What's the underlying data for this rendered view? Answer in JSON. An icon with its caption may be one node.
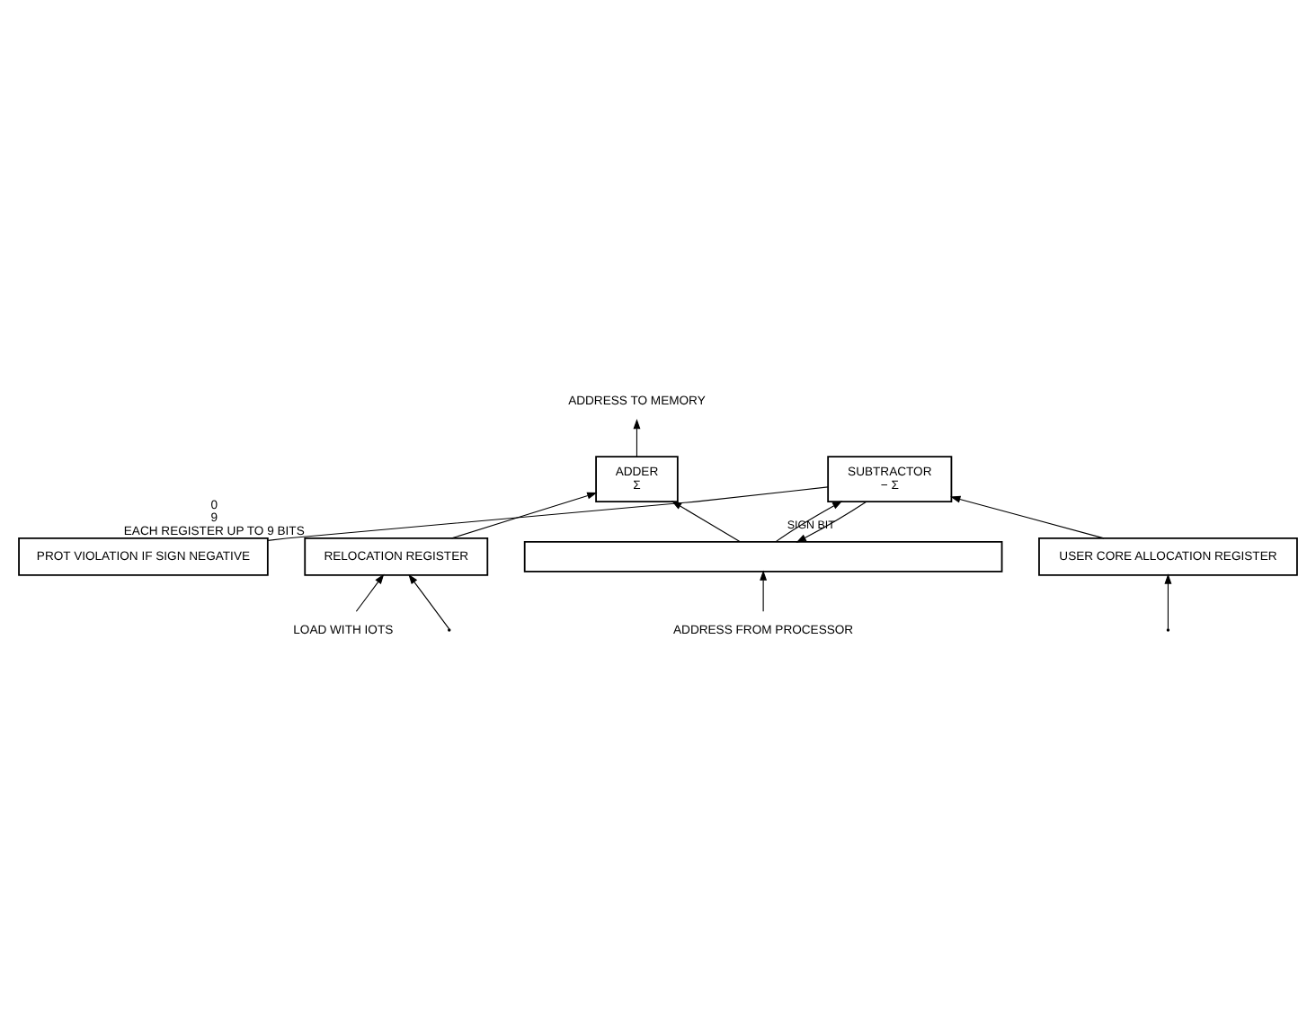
{
  "diagram": {
    "nodes": [
      {
        "text": [
          "SUBTRACTOR",
          "− Σ"
        ]
      },
      {
        "text": [
          "ADDER",
          "Σ"
        ]
      },
      {
        "text": [
          "USER CORE ALLOCATION REGISTER"
        ]
      },
      {
        "text": [
          "RELOCATION REGISTER"
        ],
        "beside": [
          "0",
          "9",
          "EACH REGISTER UP TO 9 BITS"
        ]
      },
      {
        "text": [
          "PROT VIOLATION IF SIGN NEGATIVE"
        ]
      },
      {
        "text": [],
        "shape": "bar"
      },
      {
        "text": [
          "ADDRESS TO MEMORY"
        ]
      },
      {
        "text": [
          "ADDRESS FROM PROCESSOR"
        ]
      },
      {
        "text": [
          "LOAD WITH IOTS"
        ]
      }
    ],
    "edges": [
      {
        "from": 7,
        "to": 5,
        "arrow": "to"
      },
      {
        "from": 5,
        "to": 0,
        "arrow": "to"
      },
      {
        "from": 5,
        "to": 1,
        "arrow": "to"
      },
      {
        "from": 2,
        "to": 0,
        "arrow": "to"
      },
      {
        "from": 3,
        "to": 1,
        "arrow": "to"
      },
      {
        "from": 1,
        "to": 6,
        "arrow": "to"
      },
      {
        "from": null,
        "to": 2,
        "arrow": "to"
      },
      {
        "from": null,
        "to": 3,
        "arrow": "to"
      },
      {
        "from": 8,
        "to": 3,
        "arrow": "to"
      },
      {
        "from": 0,
        "to": 5,
        "arrow": "to",
        "label": "SIGN BIT"
      },
      {
        "from": 0,
        "to": 4,
        "arrow": "none"
      }
    ]
  }
}
